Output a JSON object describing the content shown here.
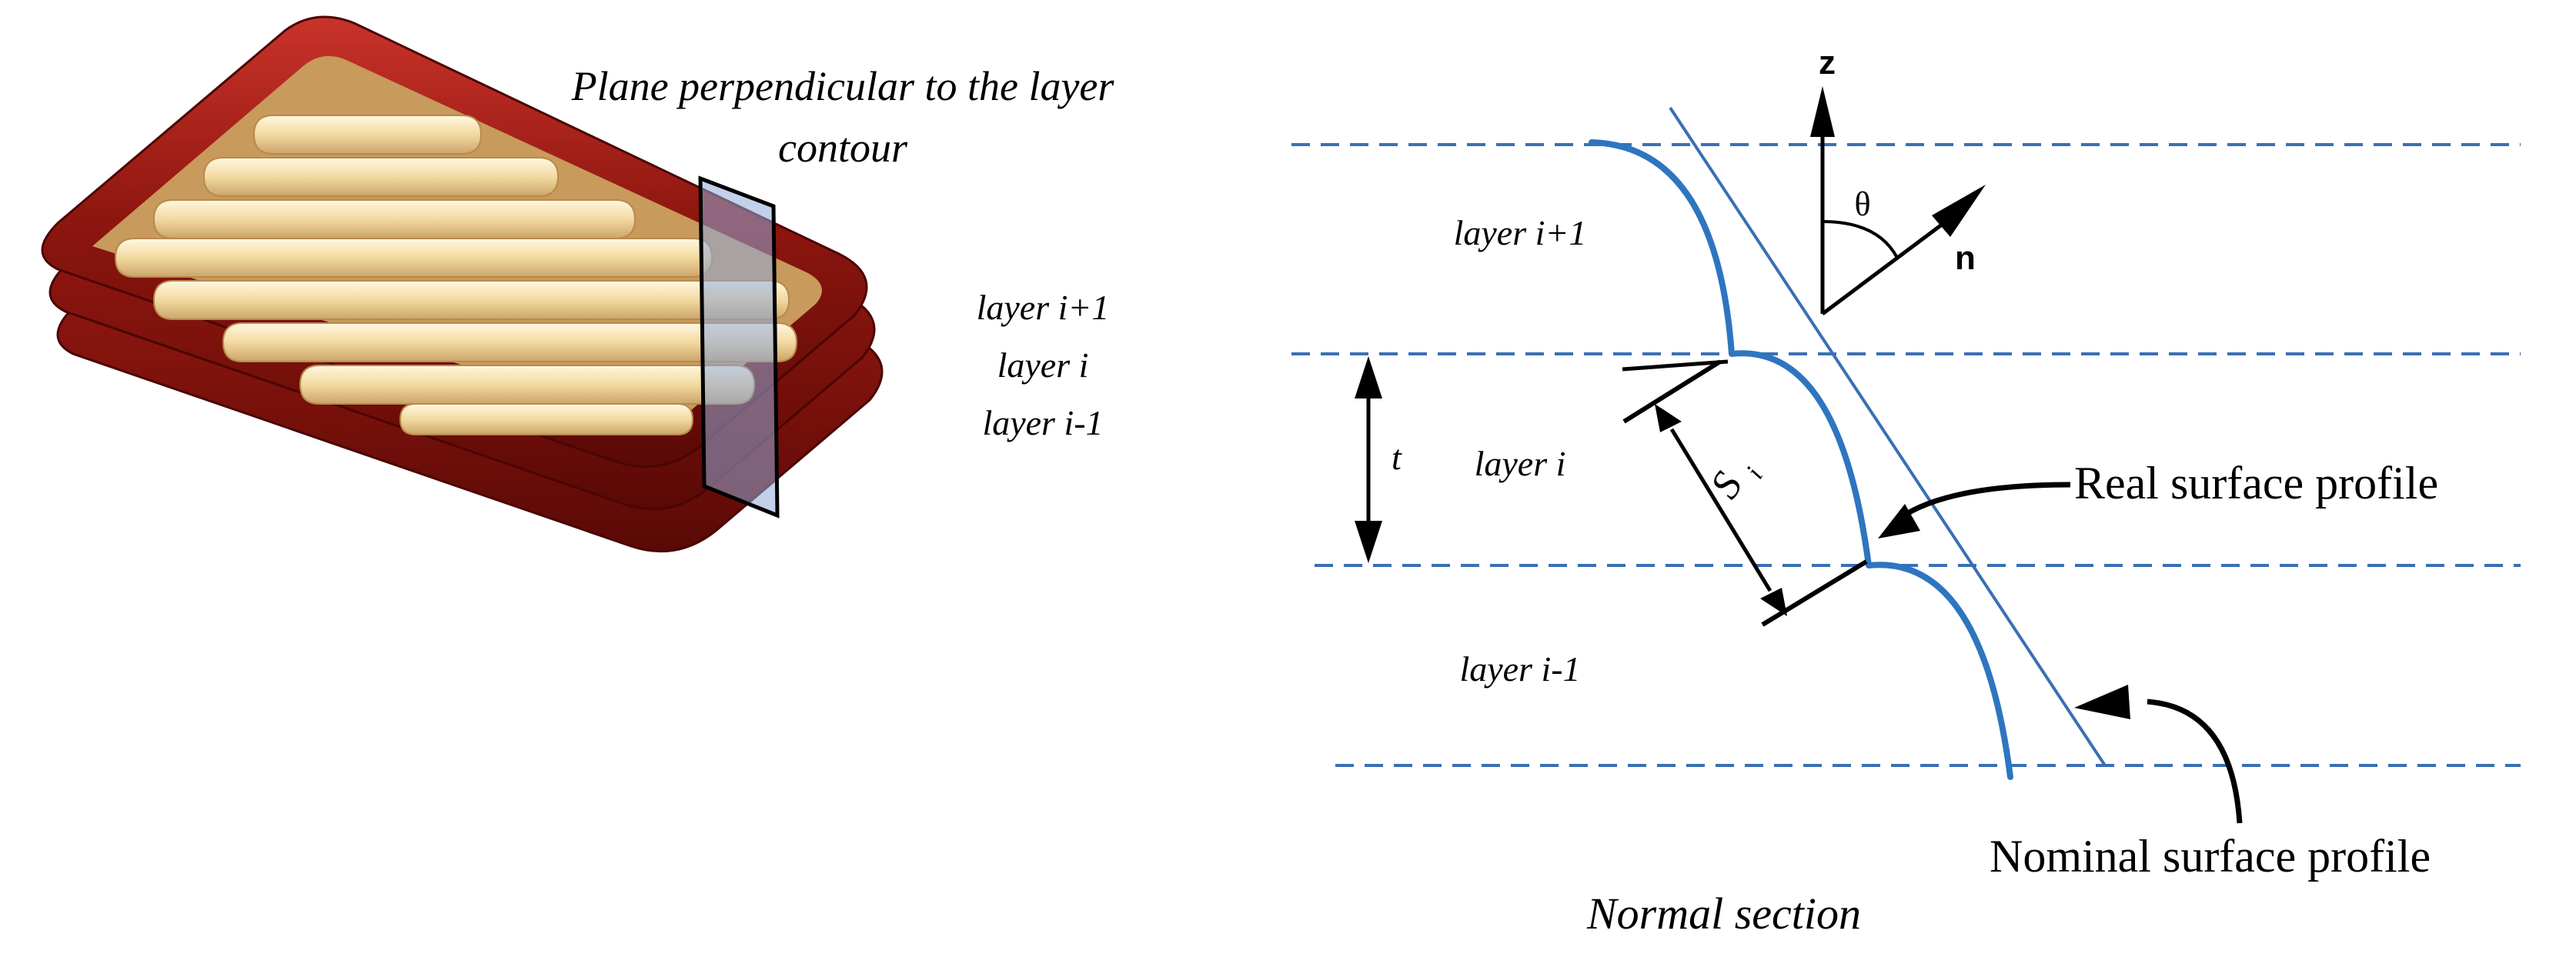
{
  "left_panel": {
    "plane_label_line1": "Plane perpendicular to the layer",
    "plane_label_line2": "contour",
    "layer_top": "layer i+1",
    "layer_mid": "layer i",
    "layer_bottom": "layer i-1"
  },
  "right_panel": {
    "axis_z": "z",
    "normal_n": "n",
    "angle_theta": "θ",
    "layer_top": "layer i+1",
    "layer_mid": "layer i",
    "layer_bottom": "layer i-1",
    "thickness_t": "t",
    "step_s": "S",
    "step_s_sub": "i",
    "real_profile": "Real surface profile",
    "nominal_profile": "Nominal surface profile",
    "section_caption": "Normal section"
  },
  "colors": {
    "layer_red": "#9b1a12",
    "bead_cream": "#f6e2a8",
    "plane_blue": "#8fa9d8",
    "profile_blue": "#2e75c0",
    "dash_blue": "#3a6fb5"
  }
}
